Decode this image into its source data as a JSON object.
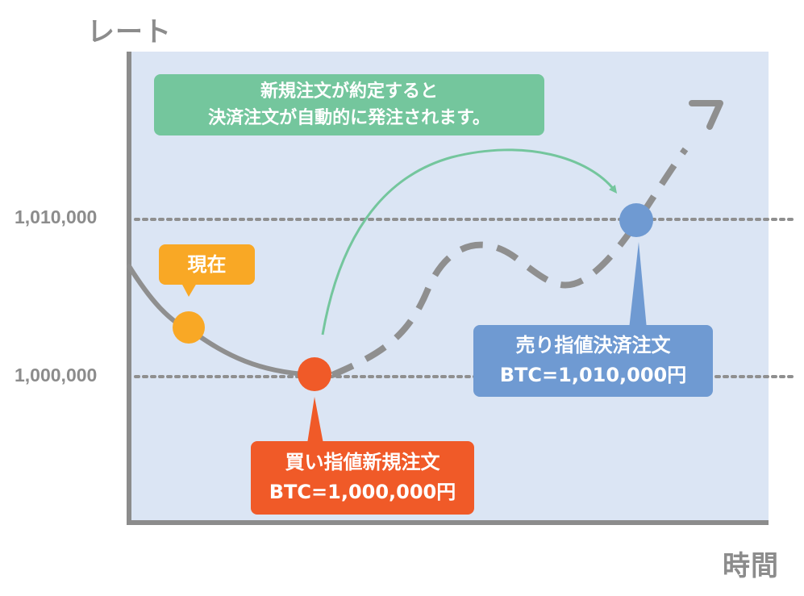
{
  "axes": {
    "y_title": "レート",
    "x_title": "時間",
    "y_ticks": [
      "1,010,000",
      "1,000,000"
    ]
  },
  "callouts": {
    "info": {
      "line1": "新規注文が約定すると",
      "line2": "決済注文が自動的に発注されます。",
      "color": "#74c69d"
    },
    "current": {
      "label": "現在",
      "color": "#f9a825"
    },
    "buy": {
      "line1": "買い指値新規注文",
      "line2": "BTC=1,000,000円",
      "color": "#f05a28"
    },
    "sell": {
      "line1": "売り指値決済注文",
      "line2": "BTC=1,010,000円",
      "color": "#6f9ad2"
    }
  },
  "colors": {
    "plot_bg": "#dbe5f4",
    "axis": "#8c8c8c",
    "price_line": "#8f8f8f",
    "arrow_green": "#74c69d"
  }
}
